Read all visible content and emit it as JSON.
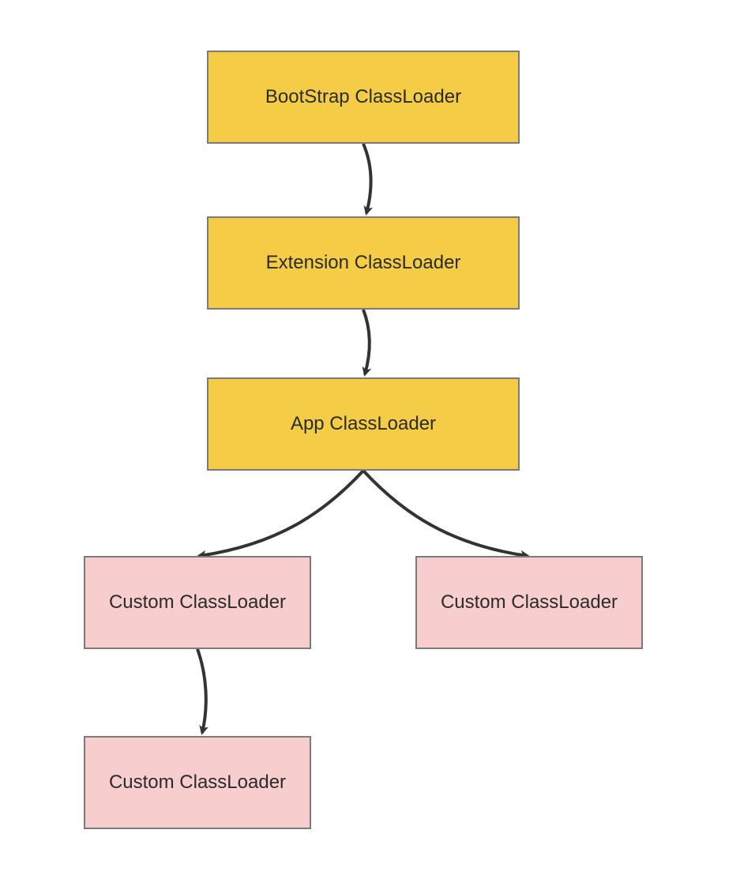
{
  "nodes": {
    "bootstrap": {
      "label": "BootStrap ClassLoader",
      "fill": "#f5cc45"
    },
    "extension": {
      "label": "Extension ClassLoader",
      "fill": "#f5cc45"
    },
    "app": {
      "label": "App ClassLoader",
      "fill": "#f5cc45"
    },
    "custom1": {
      "label": "Custom ClassLoader",
      "fill": "#f7cdcd"
    },
    "custom2": {
      "label": "Custom ClassLoader",
      "fill": "#f7cdcd"
    },
    "custom3": {
      "label": "Custom ClassLoader",
      "fill": "#f7cdcd"
    }
  },
  "edges": [
    {
      "from": "bootstrap",
      "to": "extension"
    },
    {
      "from": "extension",
      "to": "app"
    },
    {
      "from": "app",
      "to": "custom1"
    },
    {
      "from": "app",
      "to": "custom2"
    },
    {
      "from": "custom1",
      "to": "custom3"
    }
  ],
  "colors": {
    "border": "#7a7a7a",
    "arrow": "#333333",
    "text": "#2b2b2b"
  }
}
